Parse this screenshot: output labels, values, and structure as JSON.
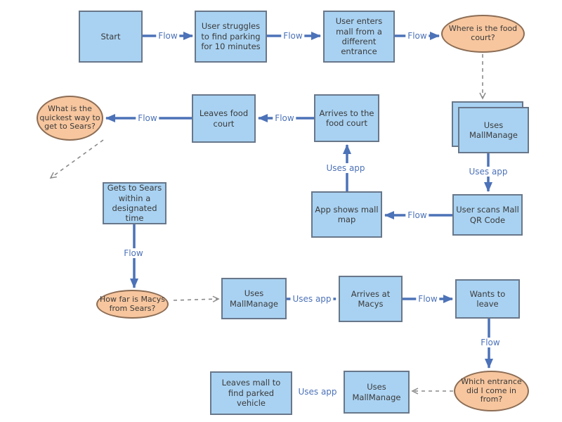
{
  "diagram": {
    "colors": {
      "process_fill": "#A9D2F2",
      "process_border": "#68778A",
      "decision_fill": "#F7C69E",
      "decision_border": "#8C6D55",
      "solid_arrow": "#4C72B8",
      "dashed_arrow": "#8A8A8A",
      "node_text": "#3A3A3A"
    },
    "nodes": {
      "start": {
        "label": "Start",
        "type": "process"
      },
      "struggles": {
        "label": "User struggles to find parking for 10 minutes",
        "type": "process"
      },
      "enters": {
        "label": "User enters mall from a different entrance",
        "type": "process"
      },
      "where_food_court": {
        "label": "Where is the food court?",
        "type": "decision"
      },
      "quickest_way_sears": {
        "label": "What is the quickest way to get to Sears?",
        "type": "decision"
      },
      "leaves_food_court": {
        "label": "Leaves food court",
        "type": "process"
      },
      "arrives_food_court": {
        "label": "Arrives to the food court",
        "type": "process"
      },
      "uses_mallmanage_stack": {
        "label": "Uses MallManage",
        "type": "process",
        "stacked": true
      },
      "gets_to_sears": {
        "label": "Gets to Sears within a designated time",
        "type": "process"
      },
      "app_shows_mall_map": {
        "label": "App shows mall map",
        "type": "process"
      },
      "user_scans_qr": {
        "label": "User scans Mall QR Code",
        "type": "process"
      },
      "how_far_macys": {
        "label": "How far is Macys from Sears?",
        "type": "decision"
      },
      "uses_mallmanage_2": {
        "label": "Uses MallManage",
        "type": "process"
      },
      "arrives_at_macys": {
        "label": "Arrives at Macys",
        "type": "process"
      },
      "wants_to_leave": {
        "label": "Wants to leave",
        "type": "process"
      },
      "which_entrance": {
        "label": "Which entrance did I come in from?",
        "type": "decision"
      },
      "uses_mallmanage_3": {
        "label": "Uses MallManage",
        "type": "process"
      },
      "leaves_mall": {
        "label": "Leaves mall to find parked vehicle",
        "type": "process"
      }
    },
    "edges": [
      {
        "from": "start",
        "to": "struggles",
        "label": "Flow",
        "style": "solid"
      },
      {
        "from": "struggles",
        "to": "enters",
        "label": "Flow",
        "style": "solid"
      },
      {
        "from": "enters",
        "to": "where_food_court",
        "label": "Flow",
        "style": "solid"
      },
      {
        "from": "where_food_court",
        "to": "uses_mallmanage_stack",
        "label": "",
        "style": "dashed"
      },
      {
        "from": "leaves_food_court",
        "to": "quickest_way_sears",
        "label": "Flow",
        "style": "solid"
      },
      {
        "from": "arrives_food_court",
        "to": "leaves_food_court",
        "label": "Flow",
        "style": "solid"
      },
      {
        "from": "quickest_way_sears",
        "to": "",
        "label": "",
        "style": "dashed"
      },
      {
        "from": "app_shows_mall_map",
        "to": "arrives_food_court",
        "label": "Uses app",
        "style": "solid"
      },
      {
        "from": "uses_mallmanage_stack",
        "to": "user_scans_qr",
        "label": "Uses app",
        "style": "solid"
      },
      {
        "from": "user_scans_qr",
        "to": "app_shows_mall_map",
        "label": "Flow",
        "style": "solid"
      },
      {
        "from": "gets_to_sears",
        "to": "how_far_macys",
        "label": "Flow",
        "style": "solid"
      },
      {
        "from": "how_far_macys",
        "to": "uses_mallmanage_2",
        "label": "",
        "style": "dashed"
      },
      {
        "from": "uses_mallmanage_2",
        "to": "arrives_at_macys",
        "label": "Uses app",
        "style": "solid"
      },
      {
        "from": "arrives_at_macys",
        "to": "wants_to_leave",
        "label": "Flow",
        "style": "solid"
      },
      {
        "from": "wants_to_leave",
        "to": "which_entrance",
        "label": "Flow",
        "style": "solid"
      },
      {
        "from": "which_entrance",
        "to": "uses_mallmanage_3",
        "label": "",
        "style": "dashed"
      },
      {
        "from": "uses_mallmanage_3",
        "to": "leaves_mall",
        "label": "Uses app",
        "style": "solid"
      }
    ]
  }
}
